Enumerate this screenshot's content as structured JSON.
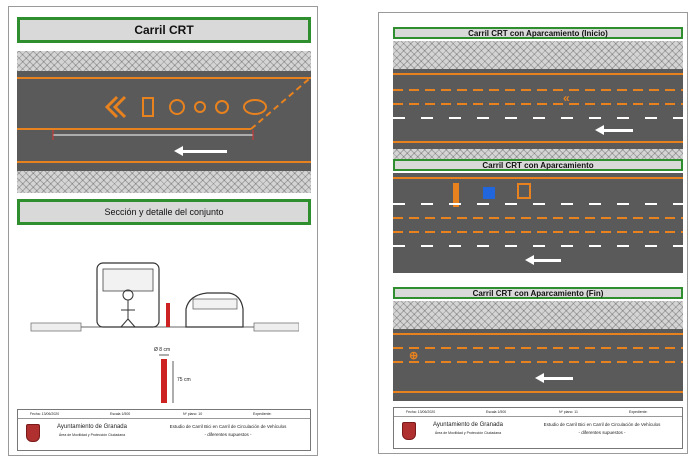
{
  "left_sheet": {
    "title": "Carril CRT",
    "section_title": "Sección y detalle del conjunto",
    "dim_diameter": "Ø 8 cm",
    "dim_height": "75 cm",
    "footer": {
      "fecha": "Fecha: 13/06/2020",
      "escala": "Escala 1/500",
      "plano": "Nº plano: 10",
      "expediente": "Expediente:",
      "org_name": "Ayuntamiento de Granada",
      "org_sub": "Área de Movilidad y Protección Ciudadana",
      "study_title": "Estudio de Carril Bici en Carril de Circulación de Vehículos",
      "study_sub": "- diferentes supuestos -"
    }
  },
  "right_sheet": {
    "title_start": "Carril CRT con Aparcamiento (Inicio)",
    "title_mid": "Carril CRT con Aparcamiento",
    "title_end": "Carril CRT con Aparcamiento (Fin)",
    "footer": {
      "fecha": "Fecha: 13/06/2020",
      "escala": "Escala 1/500",
      "plano": "Nº plano: 11",
      "expediente": "Expediente:",
      "org_name": "Ayuntamiento de Granada",
      "org_sub": "Área de Movilidad y Protección Ciudadana",
      "study_title": "Estudio de Carril Bici en Carril de Circulación de Vehículos",
      "study_sub": "- diferentes supuestos -"
    }
  },
  "colors": {
    "lane_orange": "#e8821e",
    "road": "#5a5a5a",
    "frame_green": "#2f8f2f"
  }
}
